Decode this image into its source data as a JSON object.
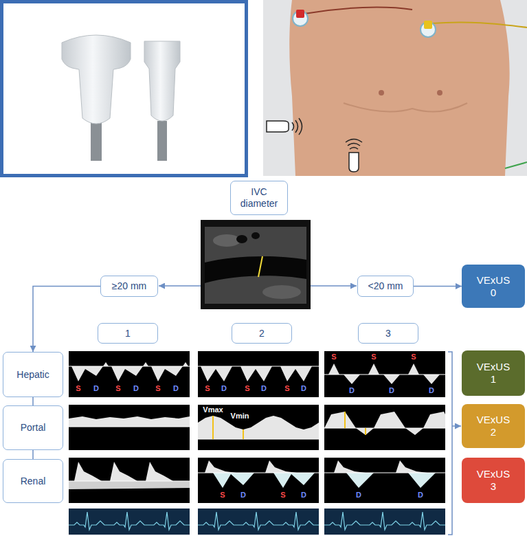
{
  "diagram": {
    "nodes": [
      {
        "text": [
          "IVC diameter"
        ]
      },
      {
        "text": [
          "≥20 mm"
        ]
      },
      {
        "text": [
          "<20 mm"
        ]
      },
      {
        "text": [
          "VExUS 0"
        ]
      },
      {
        "text": [
          "1"
        ]
      },
      {
        "text": [
          "2"
        ]
      },
      {
        "text": [
          "3"
        ]
      },
      {
        "text": [
          "Hepatic"
        ]
      },
      {
        "text": [
          "Portal"
        ]
      },
      {
        "text": [
          "Renal"
        ]
      },
      {
        "text": [
          "VExUS 1"
        ]
      },
      {
        "text": [
          "VExUS 2"
        ]
      },
      {
        "text": [
          "VExUS 3"
        ]
      }
    ],
    "edges": [
      {
        "from": 1,
        "to": 7,
        "arrow": "to"
      },
      {
        "from": 2,
        "to": 3,
        "arrow": "to"
      },
      {
        "from": 7,
        "to": 8,
        "arrow": "none"
      },
      {
        "from": 8,
        "to": 9,
        "arrow": "none"
      }
    ],
    "labels": [
      "S",
      "D",
      "S",
      "D",
      "S",
      "D",
      "S",
      "D",
      "S",
      "D",
      "S",
      "D",
      "S",
      "D",
      "S",
      "D",
      "S",
      "D",
      "Vmax",
      "Vmin",
      "S",
      "D",
      "S",
      "D",
      "D",
      "D"
    ]
  }
}
